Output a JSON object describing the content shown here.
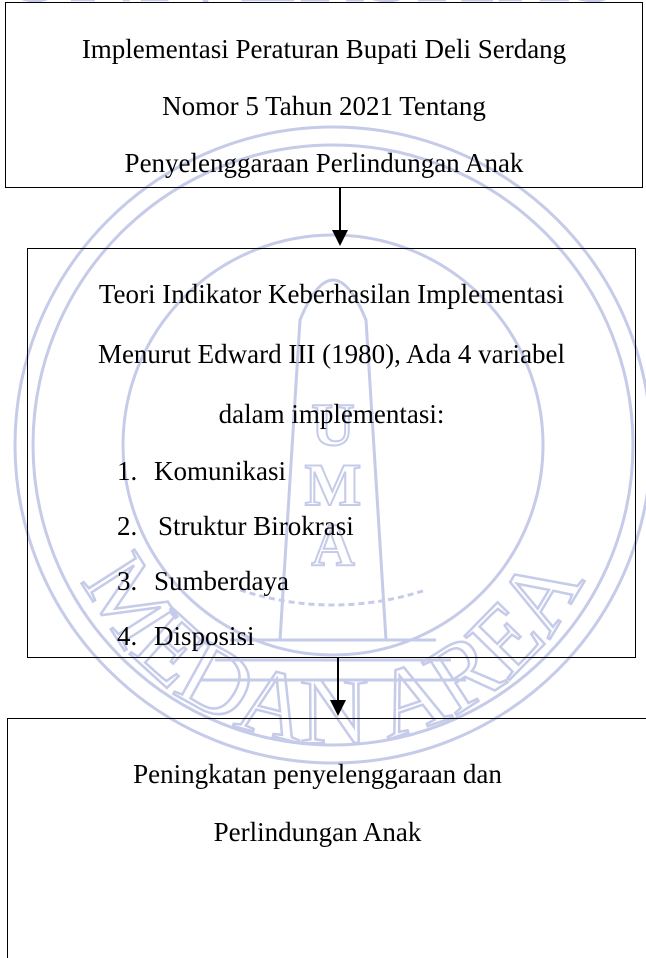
{
  "colors": {
    "watermark": "#c5cbe8",
    "line": "#000000"
  },
  "icons": {
    "watermark": "universitas-medan-area-seal-watermark",
    "arrow": "down-arrow-icon"
  },
  "watermark_text": {
    "top": "UNIVERSITAS",
    "bottom": "MEDAN AREA",
    "letters": [
      "U",
      "M",
      "A"
    ]
  },
  "box1": {
    "lines": [
      "Implementasi Peraturan Bupati Deli Serdang",
      "Nomor 5 Tahun 2021 Tentang",
      "Penyelenggaraan Perlindungan Anak"
    ]
  },
  "box2": {
    "lines": [
      "Teori Indikator Keberhasilan Implementasi",
      "Menurut Edward III (1980), Ada 4 variabel",
      "dalam implementasi:"
    ],
    "items": [
      "Komunikasi",
      "Struktur Birokrasi",
      "Sumberdaya",
      "Disposisi"
    ]
  },
  "box3": {
    "lines": [
      "Peningkatan penyelenggaraan dan",
      "Perlindungan Anak"
    ]
  }
}
